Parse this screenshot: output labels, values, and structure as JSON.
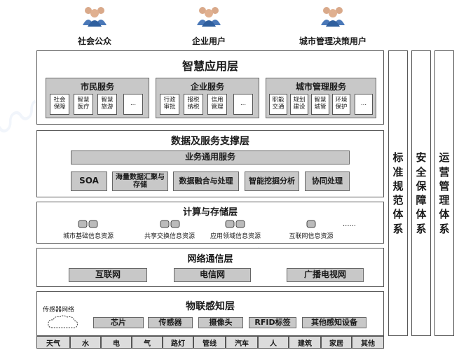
{
  "users": [
    {
      "label": "社会公众",
      "icon": "people-group-icon"
    },
    {
      "label": "企业用户",
      "icon": "people-group-icon"
    },
    {
      "label": "城市管理决策用户",
      "icon": "people-group-icon"
    }
  ],
  "app_layer": {
    "title": "智慧应用层",
    "groups": [
      {
        "title": "市民服务",
        "items": [
          "社会保障",
          "智慧医疗",
          "智慧旅游",
          "..."
        ]
      },
      {
        "title": "企业服务",
        "items": [
          "行政审批",
          "报税纳税",
          "信用管理",
          "..."
        ]
      },
      {
        "title": "城市管理服务",
        "items": [
          "职能交通",
          "规划建设",
          "智慧城管",
          "环境保护",
          "..."
        ]
      }
    ]
  },
  "data_layer": {
    "title": "数据及服务支撑层",
    "bar": "业务通用服务",
    "items": [
      "SOA",
      "海量数据汇聚与存储",
      "数据融合与处理",
      "智能挖掘分析",
      "协同处理"
    ]
  },
  "compute_layer": {
    "title": "计算与存储层",
    "resources": [
      "城市基础信息资源",
      "共享交换信息资源",
      "应用领域信息资源",
      "互联网信息资源"
    ],
    "more": "......"
  },
  "network_layer": {
    "title": "网络通信层",
    "items": [
      "互联网",
      "电信网",
      "广播电视网"
    ]
  },
  "iot_layer": {
    "title": "物联感知层",
    "sensor_network": "传感器网络",
    "devices": [
      "芯片",
      "传感器",
      "摄像头",
      "RFID标签",
      "其他感知设备"
    ],
    "things": [
      "天气",
      "水",
      "电",
      "气",
      "路灯",
      "管线",
      "汽车",
      "人",
      "建筑",
      "家居",
      "其他"
    ]
  },
  "side_columns": [
    "标准规范体系",
    "安全保障体系",
    "运营管理体系"
  ]
}
